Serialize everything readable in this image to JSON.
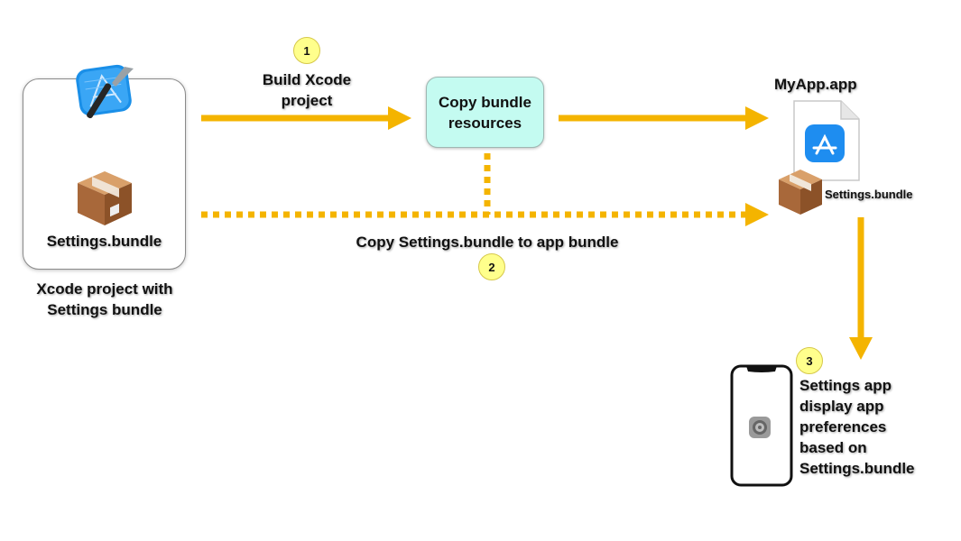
{
  "steps": [
    {
      "number": "1",
      "label_line1": "Build Xcode",
      "label_line2": "project"
    },
    {
      "number": "2",
      "label": "Copy Settings.bundle to app bundle"
    },
    {
      "number": "3",
      "label_lines": [
        "Settings app",
        "display app",
        "preferences",
        "based on",
        "Settings.bundle"
      ]
    }
  ],
  "source": {
    "bundle_label": "Settings.bundle",
    "caption_line1": "Xcode project with",
    "caption_line2": "Settings bundle"
  },
  "process": {
    "label_line1": "Copy bundle",
    "label_line2": "resources"
  },
  "target": {
    "app_name": "MyApp.app",
    "bundle_label": "Settings.bundle"
  },
  "colors": {
    "arrow": "#f4b400",
    "badge": "#ffff8c",
    "process_fill": "#c4fbf1"
  },
  "icons": [
    "xcode-icon",
    "package-icon",
    "app-store-document-icon",
    "iphone-icon",
    "settings-gear-icon"
  ]
}
